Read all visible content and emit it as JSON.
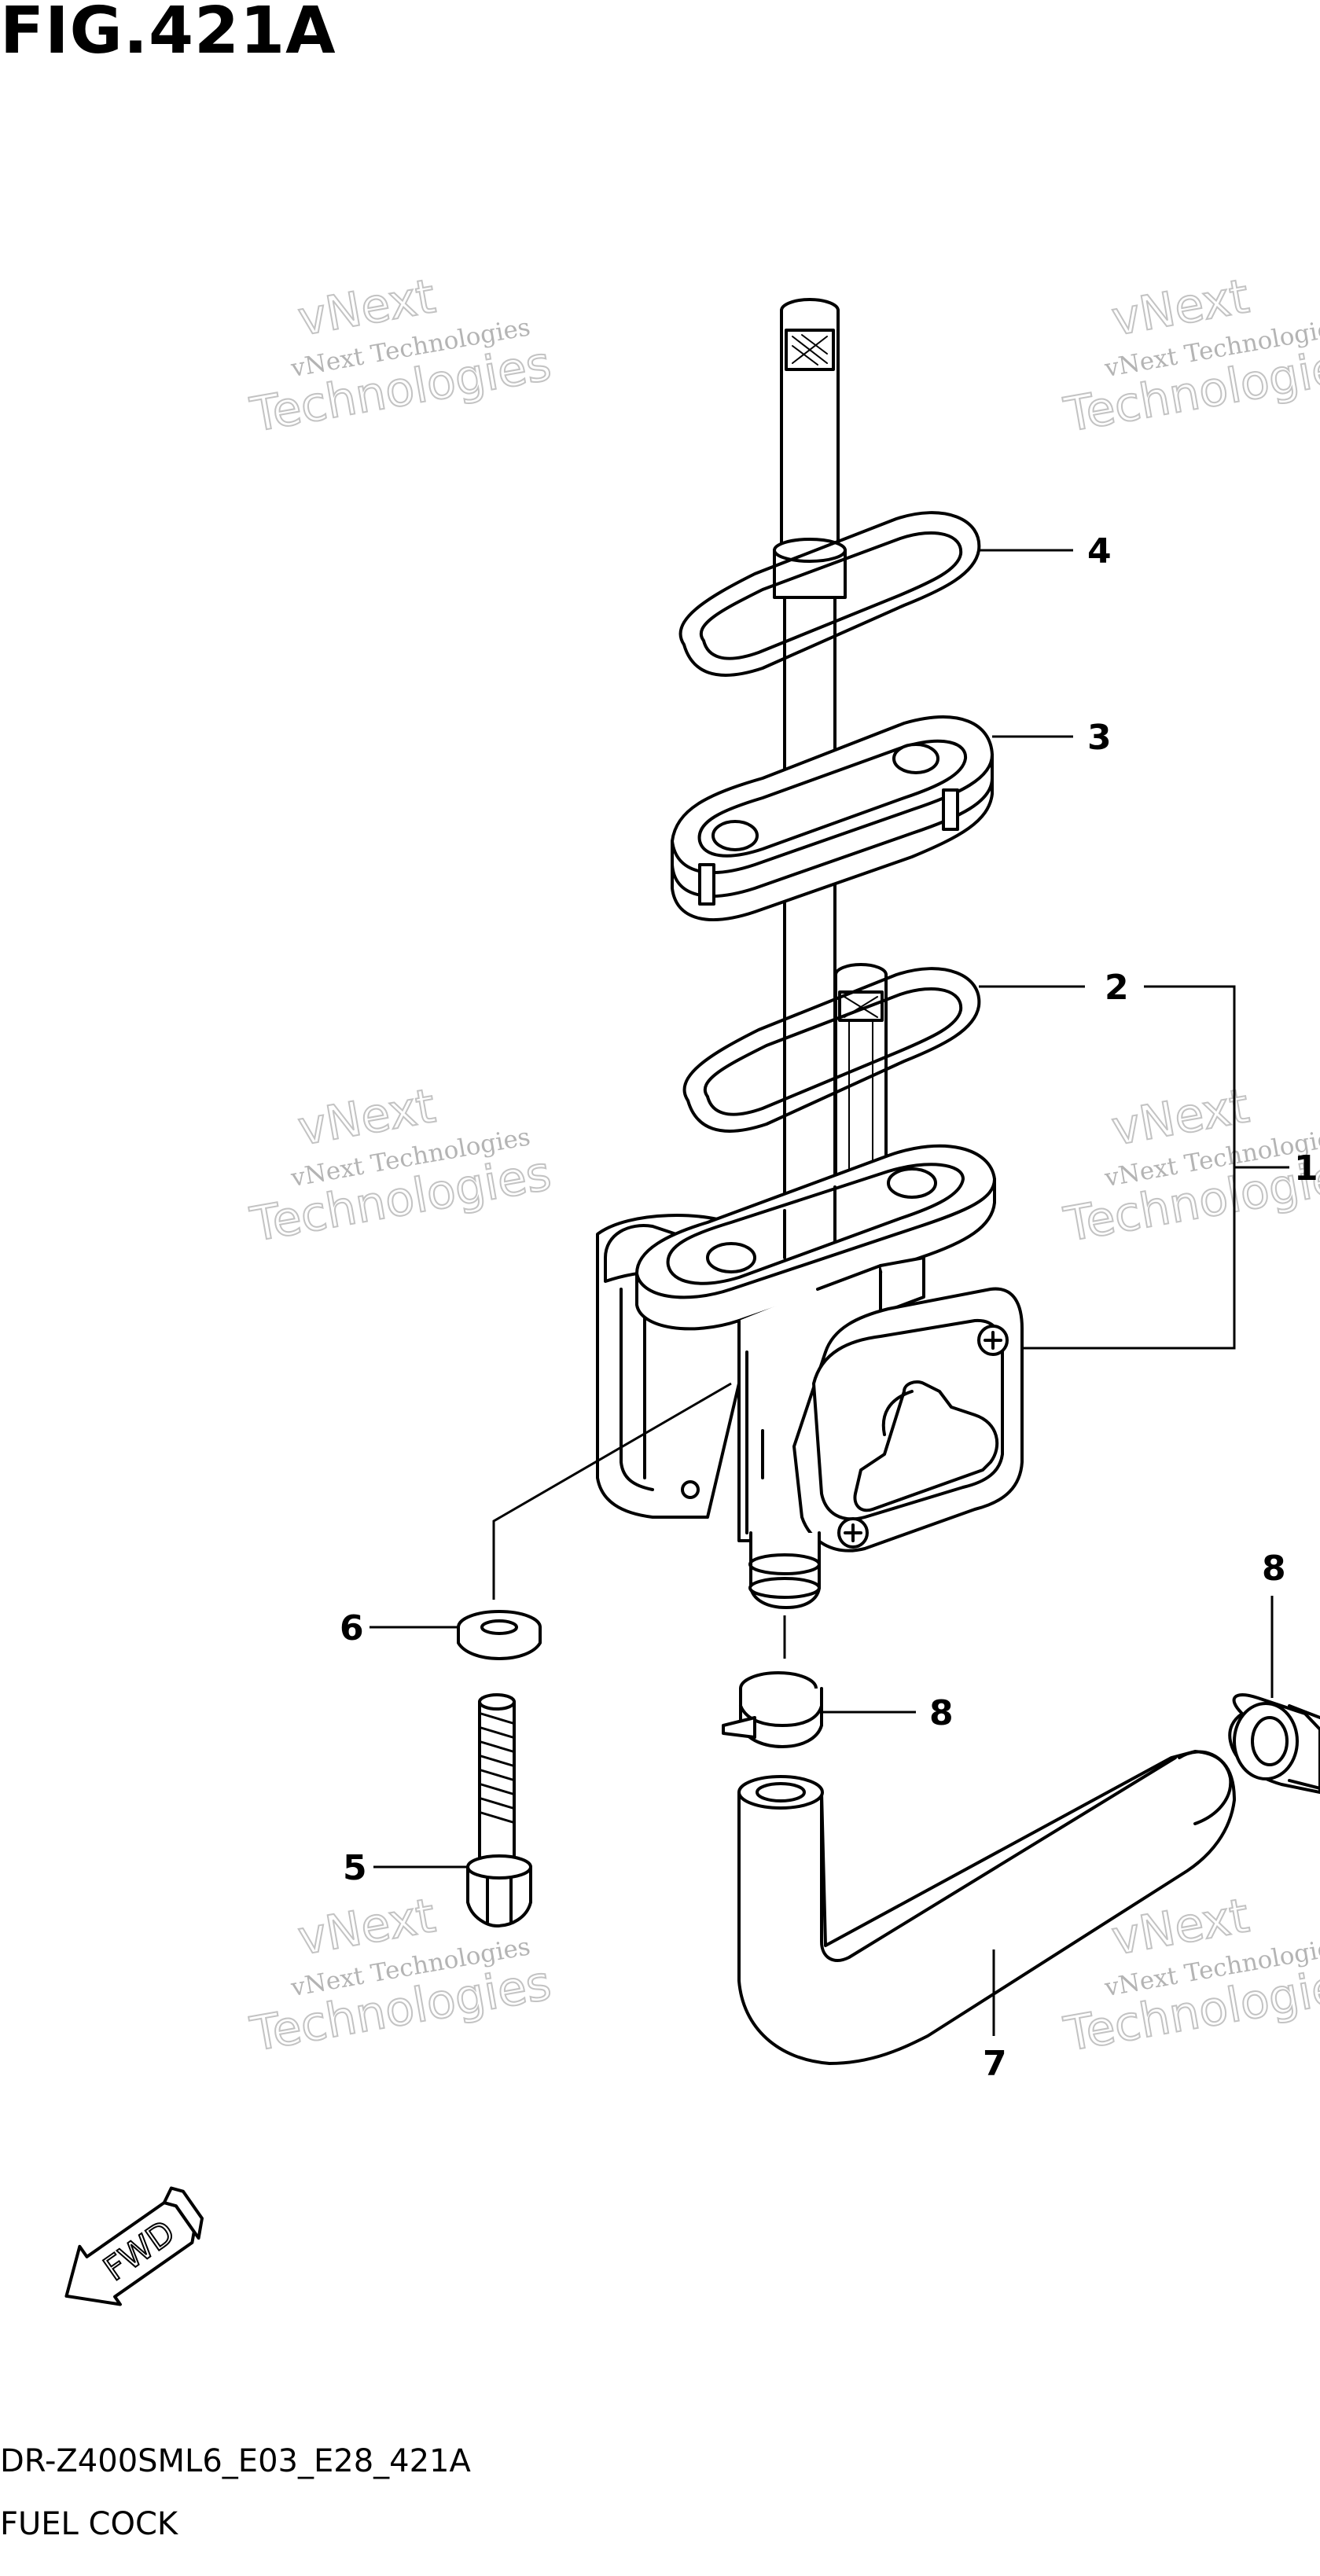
{
  "figure": {
    "title": "FIG.421A",
    "drawing_code": "DR-Z400SML6_E03_E28_421A",
    "section_name": "FUEL COCK"
  },
  "callouts": {
    "c1": "1",
    "c2": "2",
    "c3": "3",
    "c4": "4",
    "c5": "5",
    "c6": "6",
    "c7": "7",
    "c8a": "8",
    "c8b": "8"
  },
  "watermark": {
    "line1": "vNext Technologies",
    "line2": "Technologies",
    "arc": "vNext"
  },
  "fwd_arrow": {
    "label": "FWD"
  },
  "colors": {
    "ink": "#000000",
    "paper": "#ffffff",
    "watermark": "#b4b4b4"
  }
}
